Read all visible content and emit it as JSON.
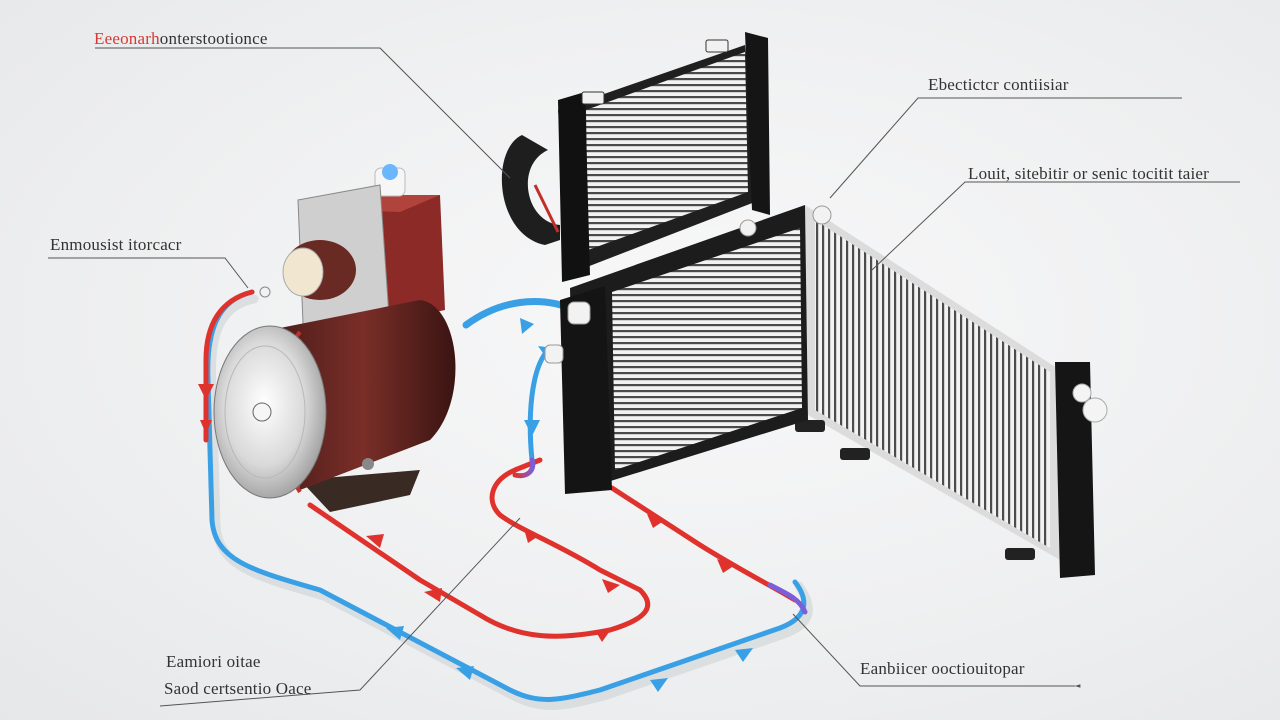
{
  "labels": {
    "top_left": {
      "accent": "Eeeonarh",
      "rest": "onterstootionce"
    },
    "top_right": "Ebectictcr contiisiar",
    "right_mid": "Louit, sitebitir or senic tocitit taier",
    "left_mid": "Enmousist itorcacr",
    "bottom_left_1": "Eamiori oitae",
    "bottom_left_2": "Saod certsentio Oace",
    "bottom_right": "Eanbiicer ooctiouitopar"
  },
  "colors": {
    "hot_flow": "#e0322c",
    "cold_flow": "#3aa0e6",
    "leader": "#555555",
    "background": "#eff0f1"
  },
  "icons": {
    "motor": "electric-pump-motor-icon",
    "radiator_small": "radiator-small-icon",
    "radiator_large": "radiator-large-icon"
  }
}
